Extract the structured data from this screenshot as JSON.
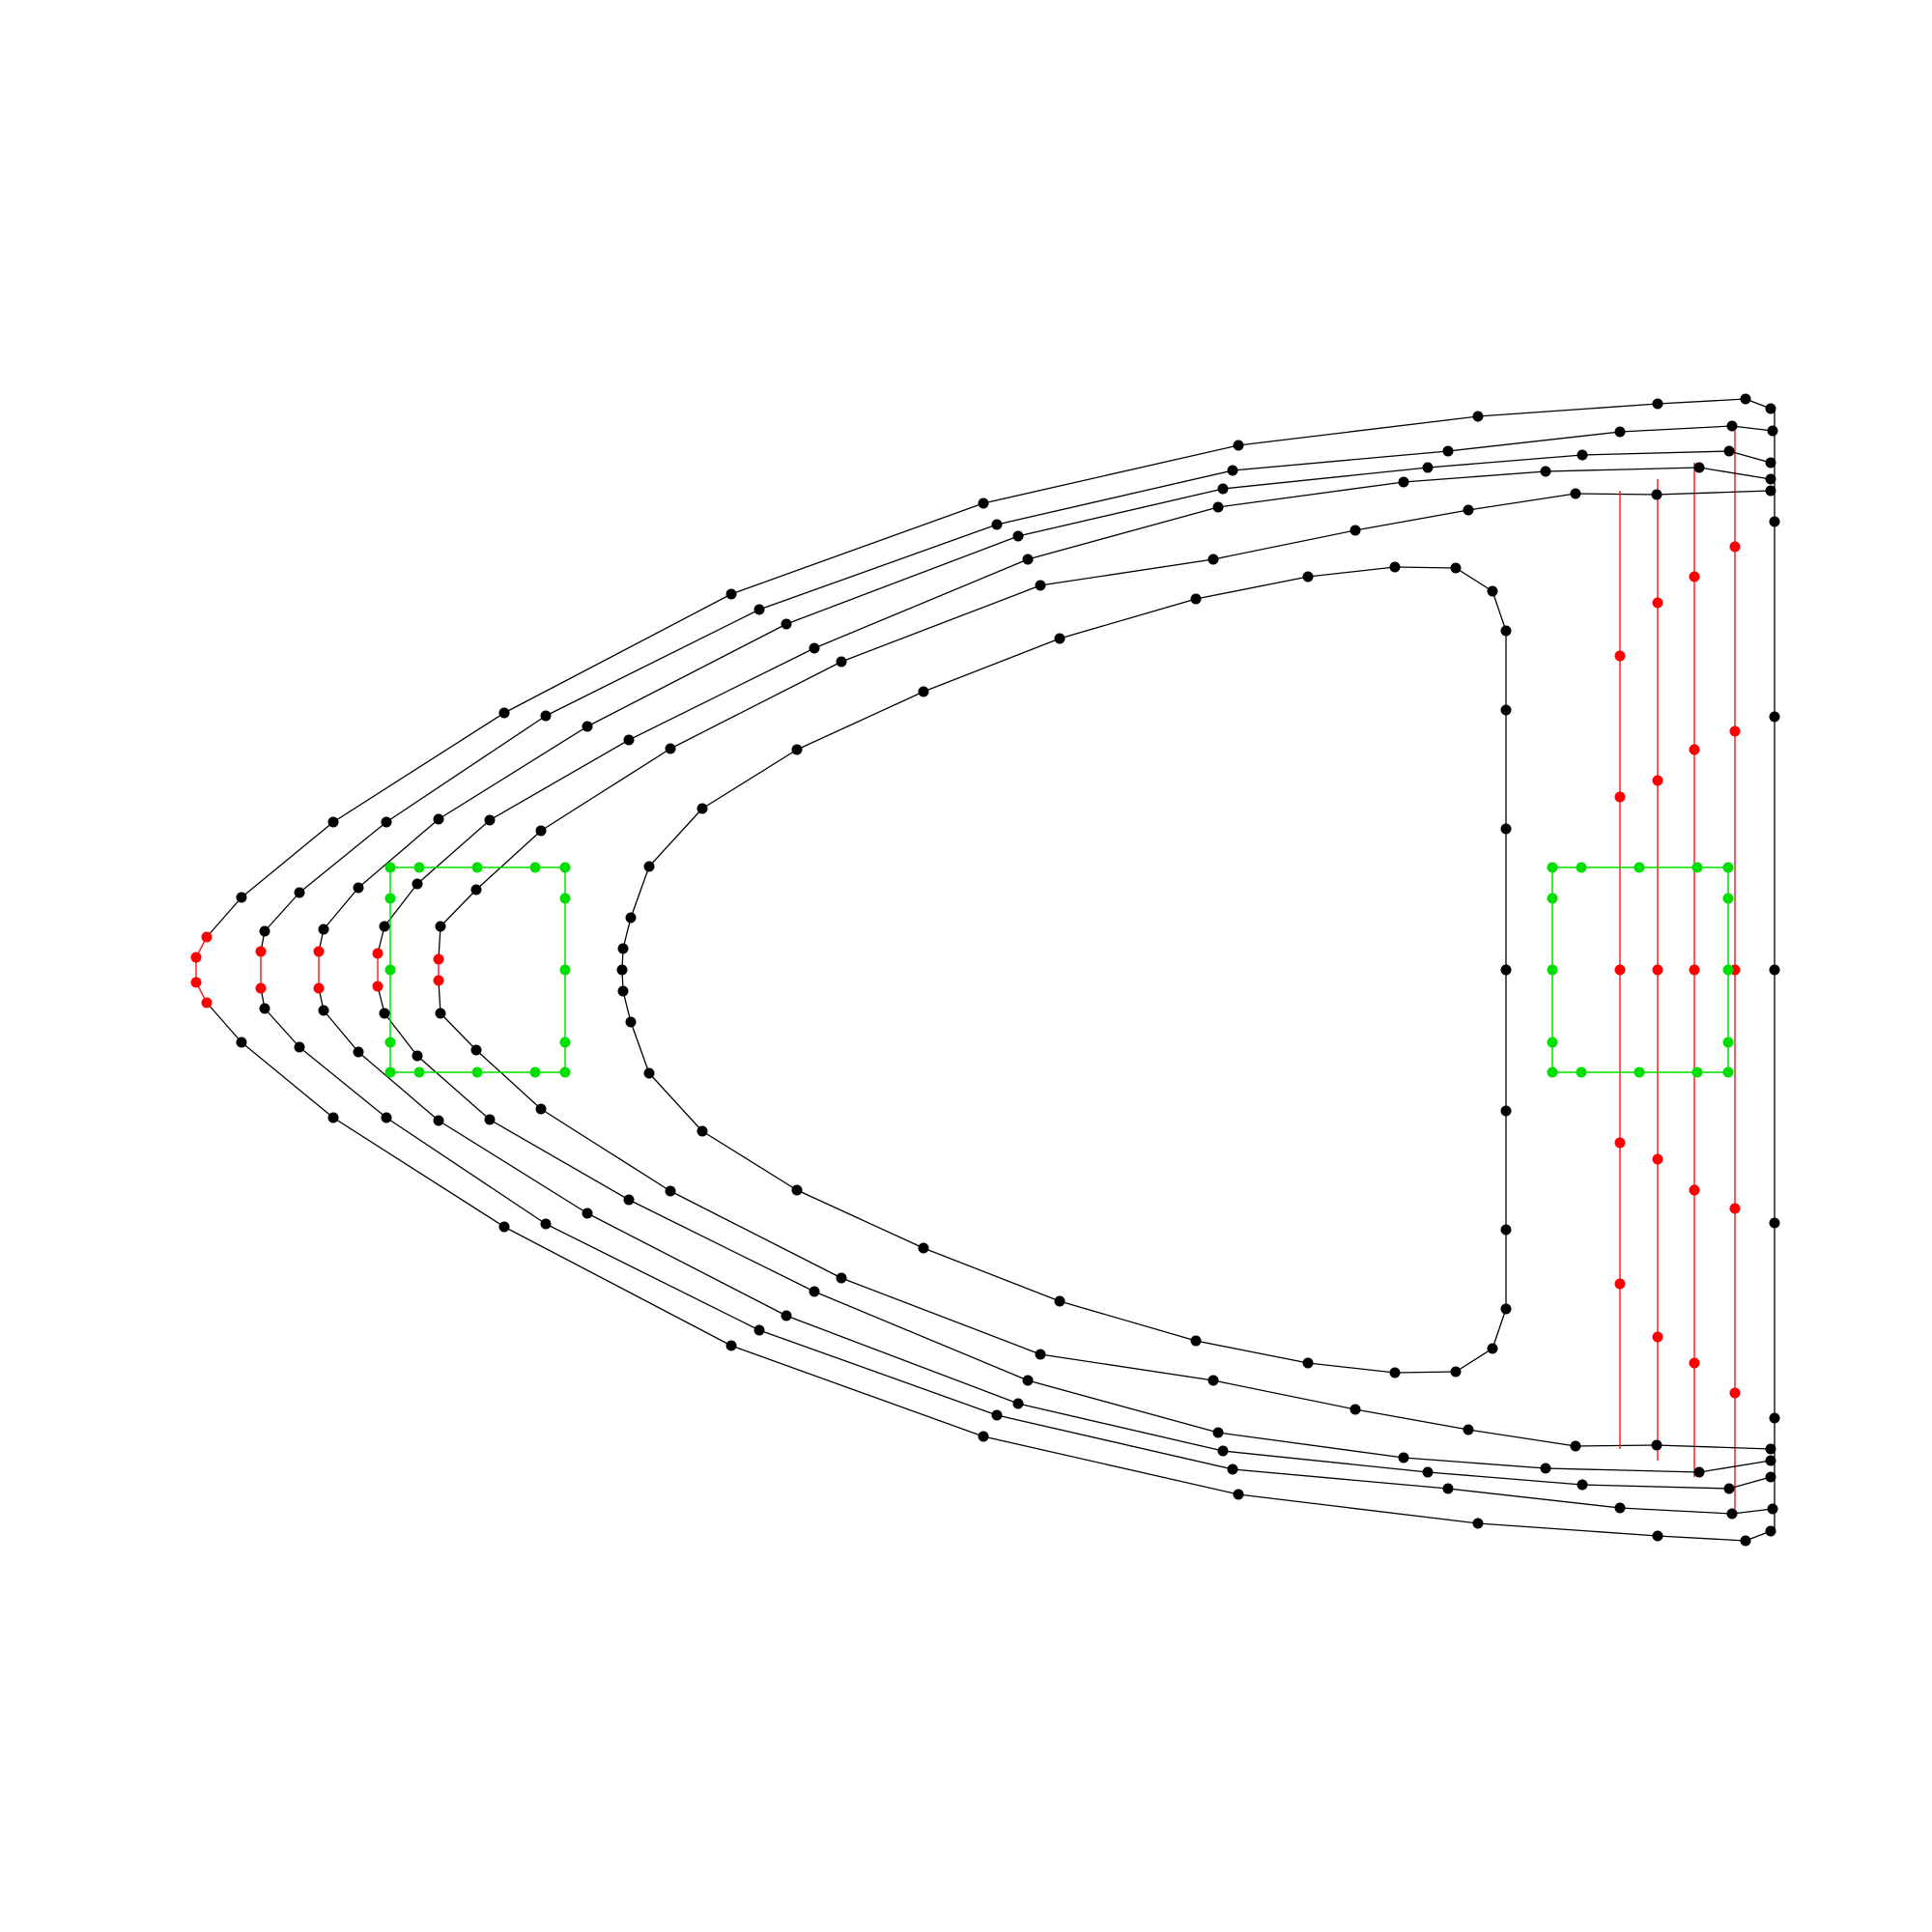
{
  "colors": {
    "background": "#ffffff",
    "contour": "#000000",
    "highlight": "#ff0000",
    "box": "#00e000"
  },
  "diagram": {
    "type": "nested-contour-mesh",
    "contour_count": 6,
    "highlight_boxes": [
      "left",
      "right"
    ]
  }
}
